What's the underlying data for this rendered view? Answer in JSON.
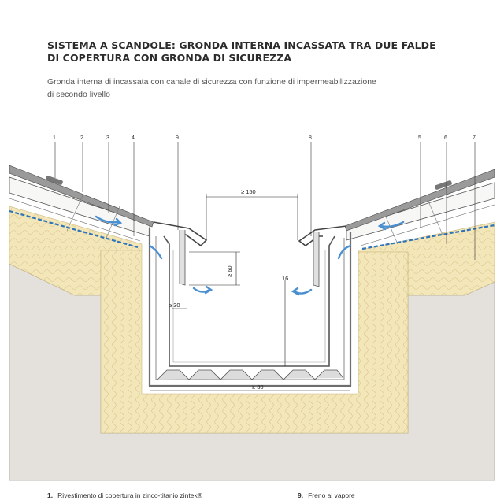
{
  "header": {
    "title_line1": "SISTEMA A SCANDOLE:  GRONDA INTERNA INCASSATA TRA DUE FALDE",
    "title_line2": "DI COPERTURA CON GRONDA DI SICUREZZA",
    "subtitle_line1": "Gronda interna di incassata con canale di sicurezza con funzione di  impermeabilizzazione",
    "subtitle_line2": "di secondo livello"
  },
  "callouts": [
    "1",
    "2",
    "3",
    "4",
    "9",
    "8",
    "5",
    "6",
    "7"
  ],
  "dimensions": {
    "width_top": "≥ 150",
    "depth": "≥ 60",
    "side_gap": "≥ 30",
    "bottom_gap": "≥ 30",
    "inner_label": "16"
  },
  "legend": [
    {
      "num": "1.",
      "text": "Rivestimento di copertura in zinco-titanio zintek®"
    },
    {
      "num": "9.",
      "text": "Freno al vapore"
    }
  ],
  "colors": {
    "insulation": "#f3e6b9",
    "concrete": "#e4e1dc",
    "sheet_metal": "#6e6e6e",
    "membrane_blue": "#2f74b8",
    "arrow_blue": "#4a90d0"
  }
}
